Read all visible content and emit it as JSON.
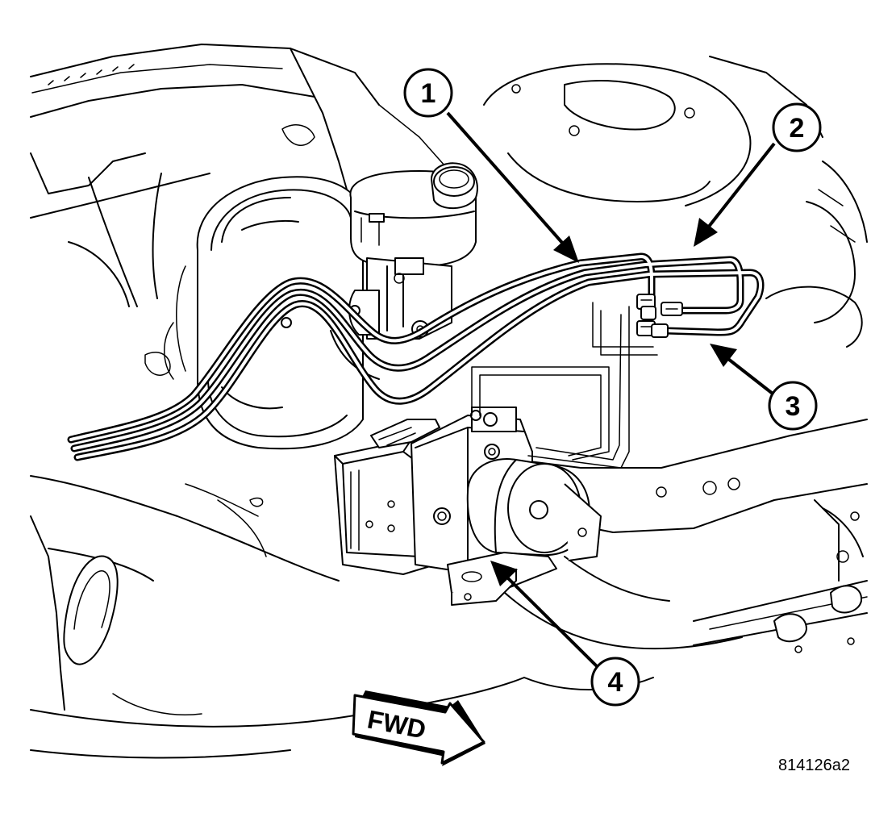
{
  "callouts": [
    {
      "id": "1",
      "label": "1"
    },
    {
      "id": "2",
      "label": "2"
    },
    {
      "id": "3",
      "label": "3"
    },
    {
      "id": "4",
      "label": "4"
    }
  ],
  "direction_label": "FWD",
  "figure_code": "814126a2"
}
